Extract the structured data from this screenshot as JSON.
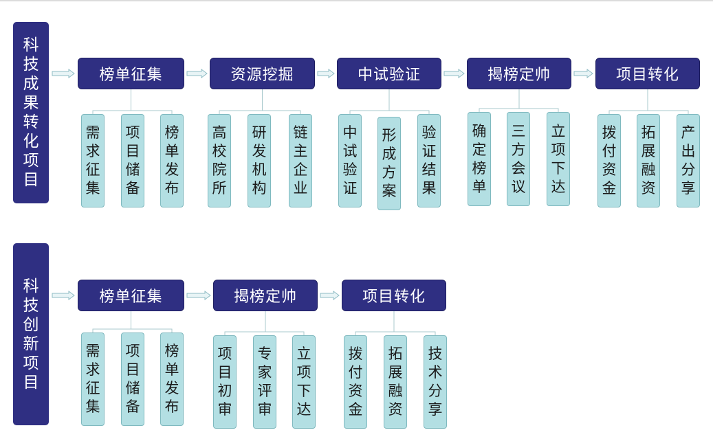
{
  "colors": {
    "stage": "#2f2f82",
    "sub": "#b3dfe3",
    "arrow": "#e8f4f6",
    "arrow_stroke": "#8fbcc4"
  },
  "row1": {
    "label": "科技成果转化项目",
    "stages": [
      {
        "title": "榜单征集",
        "subs": [
          "需求征集",
          "项目储备",
          "榜单发布"
        ]
      },
      {
        "title": "资源挖掘",
        "subs": [
          "高校院所",
          "研发机构",
          "链主企业"
        ]
      },
      {
        "title": "中试验证",
        "subs": [
          "中试验证",
          "形成方案",
          "验证结果"
        ]
      },
      {
        "title": "揭榜定帅",
        "subs": [
          "确定榜单",
          "三方会议",
          "立项下达"
        ]
      },
      {
        "title": "项目转化",
        "subs": [
          "拨付资金",
          "拓展融资",
          "产出分享"
        ]
      }
    ]
  },
  "row2": {
    "label": "科技创新项目",
    "stages": [
      {
        "title": "榜单征集",
        "subs": [
          "需求征集",
          "项目储备",
          "榜单发布"
        ]
      },
      {
        "title": "揭榜定帅",
        "subs": [
          "项目初审",
          "专家评审",
          "立项下达"
        ]
      },
      {
        "title": "项目转化",
        "subs": [
          "拨付资金",
          "拓展融资",
          "技术分享"
        ]
      }
    ]
  }
}
